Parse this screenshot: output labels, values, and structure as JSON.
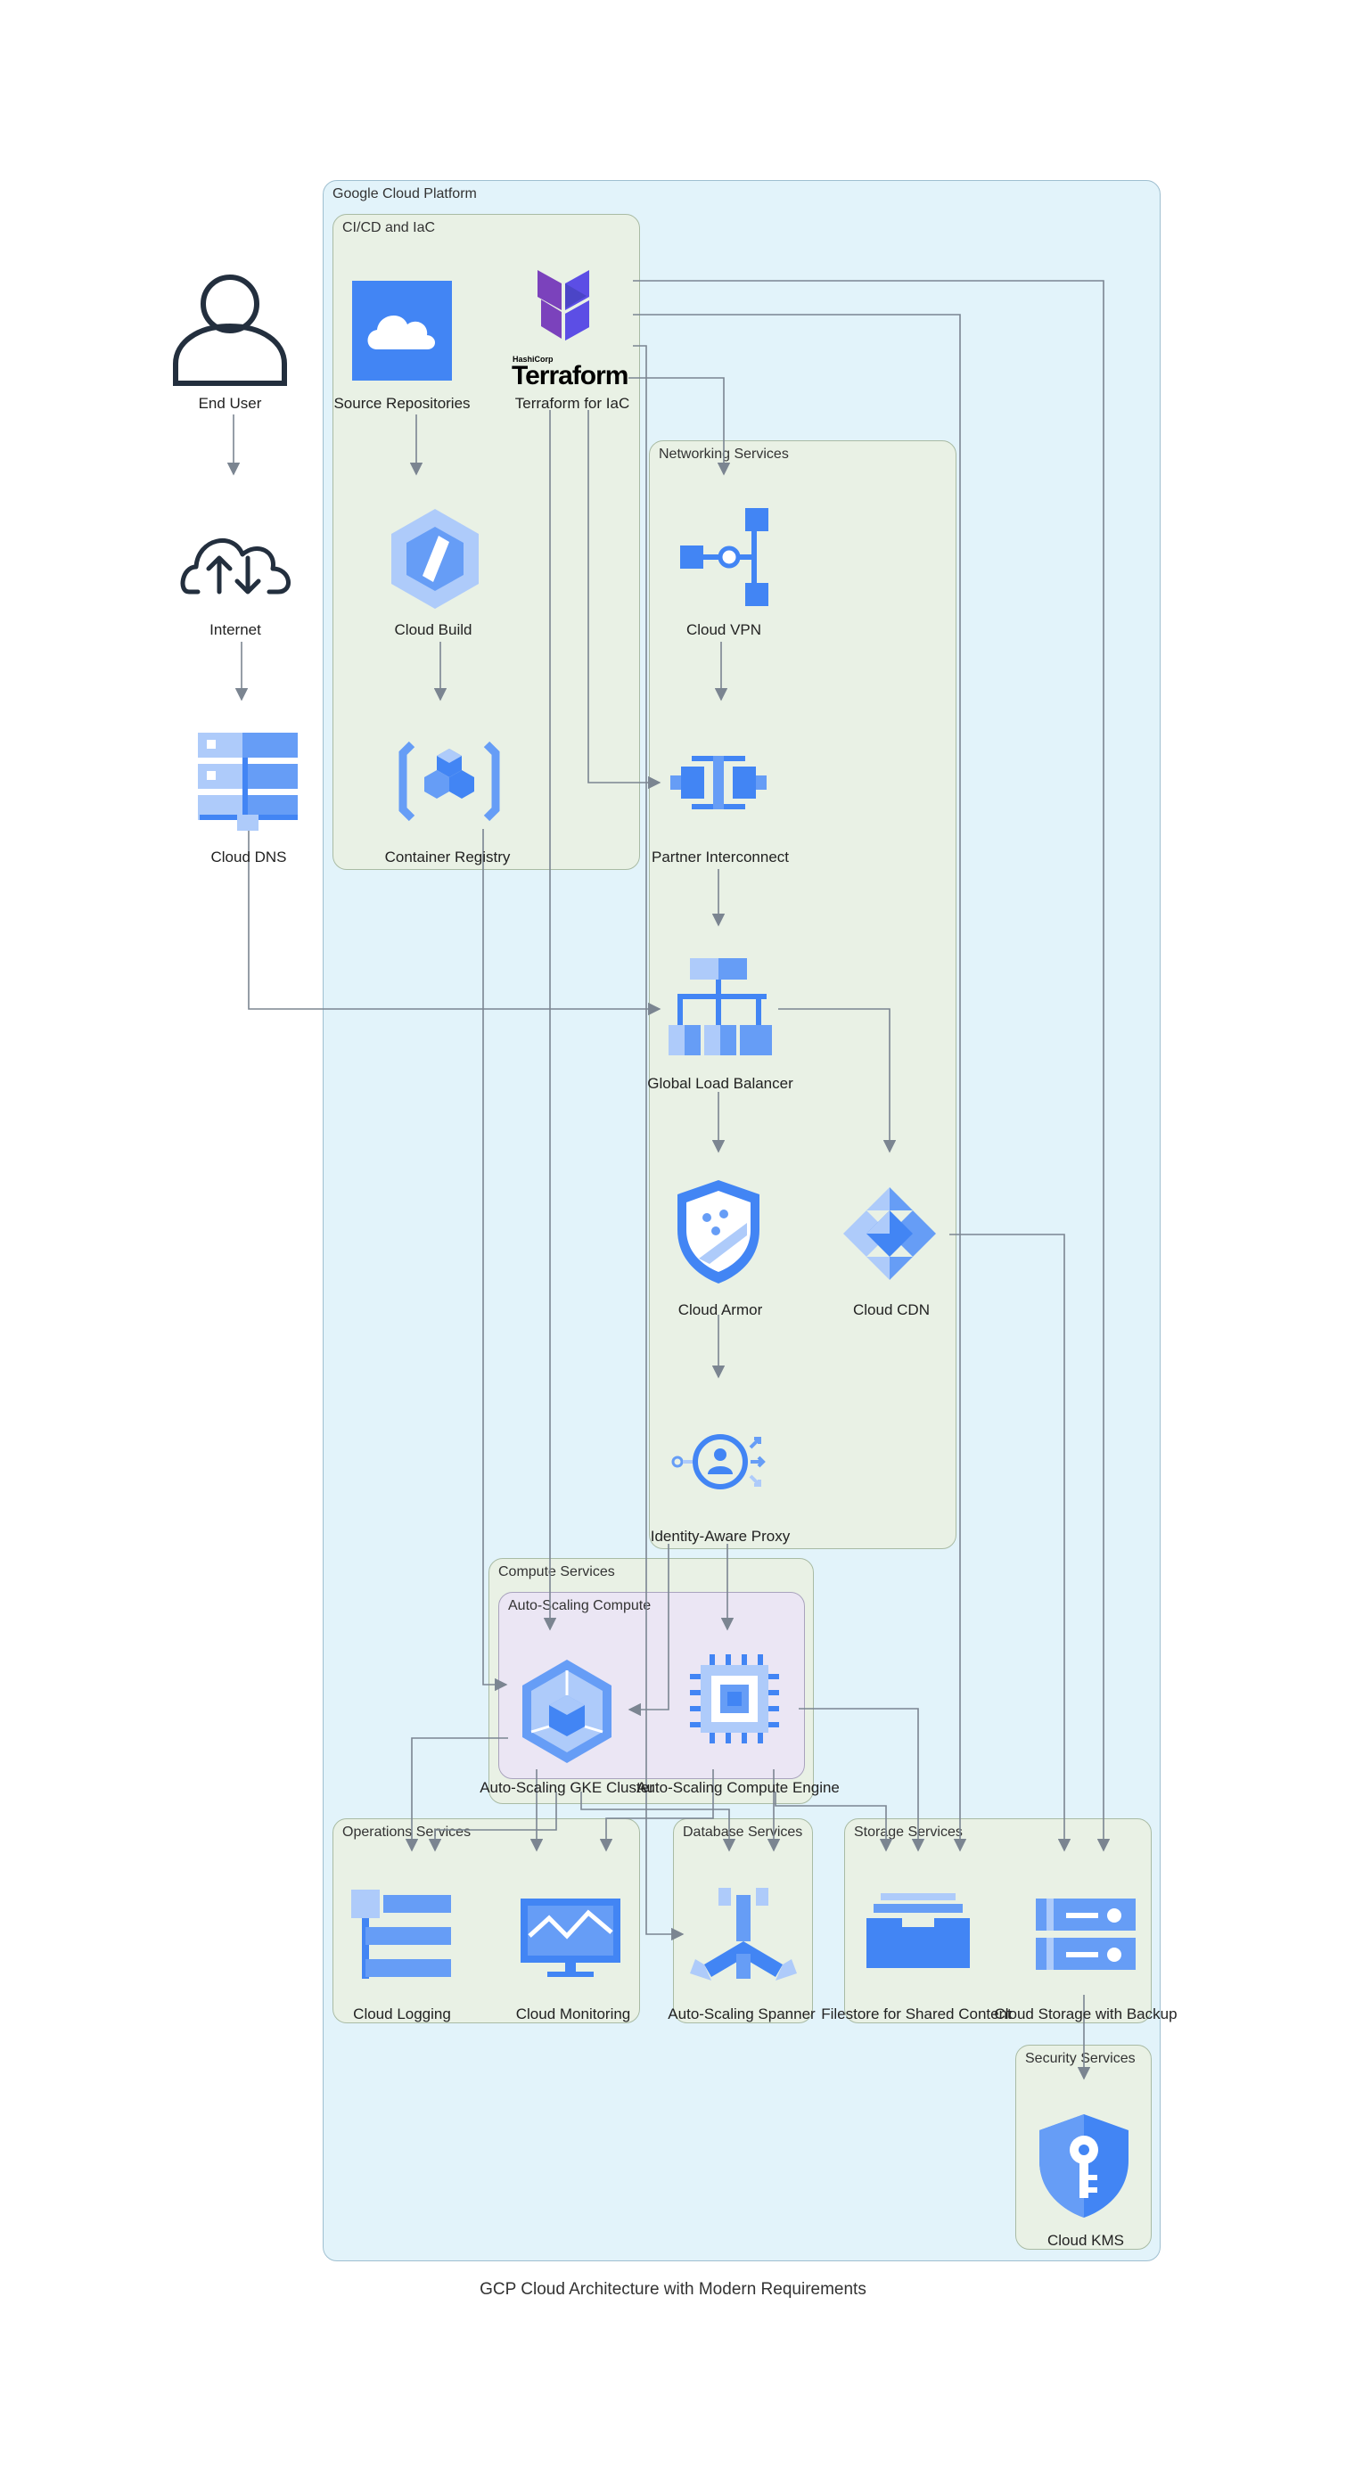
{
  "diagram": {
    "footer_title": "GCP Cloud Architecture with Modern Requirements",
    "clusters": {
      "gcp": "Google Cloud Platform",
      "cicd": "CI/CD and IaC",
      "networking": "Networking Services",
      "compute": "Compute Services",
      "autoscaling": "Auto-Scaling Compute",
      "operations": "Operations Services",
      "database": "Database Services",
      "storage": "Storage Services",
      "security": "Security Services"
    },
    "nodes": {
      "end_user": "End User",
      "internet": "Internet",
      "cloud_dns": "Cloud DNS",
      "source_repos": "Source Repositories",
      "terraform": "Terraform for IaC",
      "terraform_logo": "Terraform",
      "terraform_logo_small": "HashiCorp",
      "cloud_build": "Cloud Build",
      "container_registry": "Container Registry",
      "cloud_vpn": "Cloud VPN",
      "partner_interconnect": "Partner Interconnect",
      "global_lb": "Global Load Balancer",
      "cloud_armor": "Cloud Armor",
      "cloud_cdn": "Cloud CDN",
      "iap": "Identity-Aware Proxy",
      "gke": "Auto-Scaling GKE Cluster",
      "gce": "Auto-Scaling Compute Engine",
      "logging": "Cloud Logging",
      "monitoring": "Cloud Monitoring",
      "spanner": "Auto-Scaling Spanner",
      "filestore": "Filestore for Shared Content",
      "cloud_storage": "Cloud Storage with Backup",
      "kms": "Cloud KMS"
    },
    "colors": {
      "gcp_blue": "#4285f4",
      "gcp_light_blue": "#aecbfa",
      "terraform_purple": "#5c4ee5",
      "edge": "#7b8591",
      "outline_icon": "#232f3e"
    }
  }
}
